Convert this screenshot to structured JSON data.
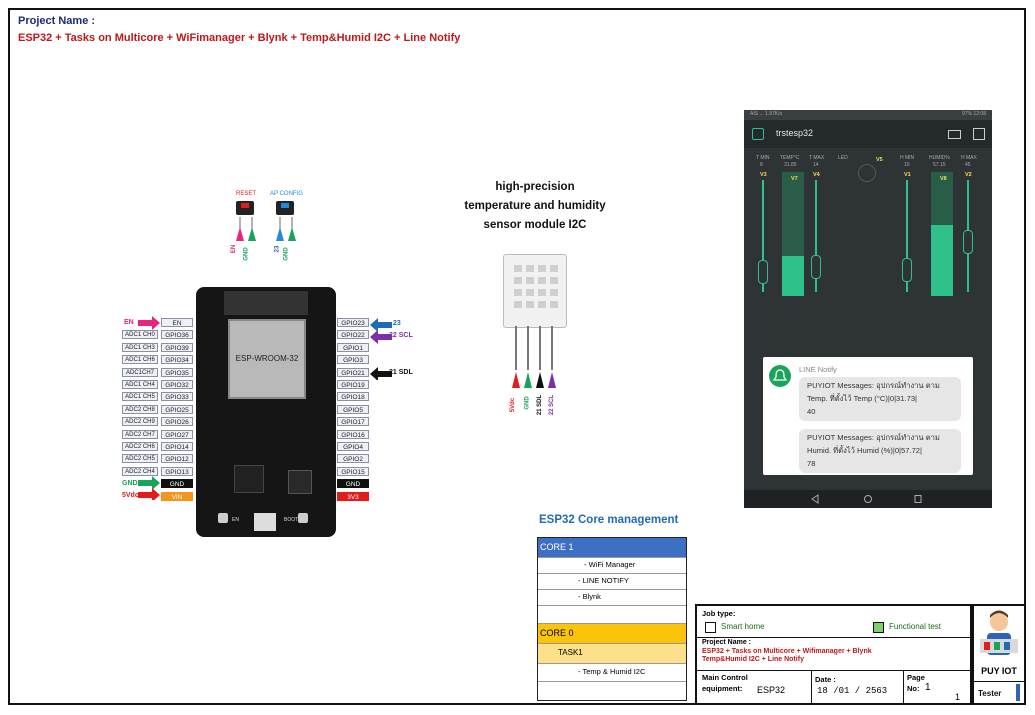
{
  "header": {
    "project_label": "Project Name :",
    "project_title": "ESP32 + Tasks on Multicore + WiFimanager + Blynk + Temp&Humid I2C + Line Notify"
  },
  "buttons": {
    "reset": "RESET",
    "ap_config": "AP CONFIG",
    "pins": [
      "EN",
      "GND",
      "23",
      "GND"
    ]
  },
  "board": {
    "module": "ESP-WROOM-32",
    "left_pins": [
      "EN",
      "GPIO36",
      "GPIO39",
      "GPIO34",
      "GPIO35",
      "GPIO32",
      "GPIO33",
      "GPIO25",
      "GPIO26",
      "GPIO27",
      "GPIO14",
      "GPIO12",
      "GPIO13",
      "GND",
      "VIN"
    ],
    "right_pins": [
      "GPIO23",
      "GPIO22",
      "GPIO1",
      "GPIO3",
      "GPIO21",
      "GPIO19",
      "GPIO18",
      "GPIO5",
      "GPIO17",
      "GPIO16",
      "GPIO4",
      "GPIO2",
      "GPIO15",
      "GND",
      "3V3"
    ],
    "adc_labels": [
      "ADC1 CH0",
      "ADC1 CH3",
      "ADC1 CH6",
      "ADC1CH7",
      "ADC1 CH4",
      "ADC1 CH5",
      "ADC2 CH8",
      "ADC2 CH9",
      "ADC2 CH7",
      "ADC2 CH6",
      "ADC2 CH5",
      "ADC2 CH4"
    ],
    "en_btn": "EN",
    "boot_btn": "BOOT",
    "left_wires": {
      "en": "EN",
      "gnd": "GND",
      "vdc": "5Vdc"
    },
    "right_wires": {
      "p23": "23",
      "p22": "22 SCL",
      "p21": "21 SDL"
    }
  },
  "sensor": {
    "caption_1": "high-precision",
    "caption_2": "temperature and humidity",
    "caption_3": "sensor module I2C",
    "pins": [
      "5Vdc",
      "GND",
      "21 SDL",
      "22 SCL"
    ]
  },
  "phone": {
    "status_left": "AIS  ...  1.97K/s",
    "status_right": "97%  12:08",
    "app_title": "trstesp32",
    "widgets": [
      {
        "label": "T  MIN",
        "value": "8",
        "pin": "V3",
        "type": "slider",
        "level": 0.2
      },
      {
        "label": "TEMP°C",
        "value": "31.85",
        "pin": "V7",
        "type": "bar",
        "level": 0.32
      },
      {
        "label": "T  MAX",
        "value": "14",
        "pin": "V4",
        "type": "slider",
        "level": 0.25
      },
      {
        "label": "LED",
        "value": "",
        "pin": "V5",
        "type": "led",
        "level": 0
      },
      {
        "label": "H  MIN",
        "value": "10",
        "pin": "V1",
        "type": "slider",
        "level": 0.22
      },
      {
        "label": "HUMID%",
        "value": "57.15",
        "pin": "V8",
        "type": "bar",
        "level": 0.57
      },
      {
        "label": "H  MAX",
        "value": "45",
        "pin": "V2",
        "type": "slider",
        "level": 0.5
      }
    ],
    "notify": {
      "app": "LINE Notify",
      "msg1_line1": "PUYIOT Messages: อุปกรณ์ทำงาน ตาม",
      "msg1_line2": "Temp.    ที่ตั้งไว้ Temp (°C)|0|31.73|",
      "msg1_line3": "40",
      "msg2_line1": "PUYIOT Messages: อุปกรณ์ทำงาน ตาม",
      "msg2_line2": "Humid.   ที่ตั้งไว้ Humid (%)|0|57.72|",
      "msg2_line3": "78"
    }
  },
  "core_management": {
    "title": "ESP32 Core management",
    "core1": "CORE 1",
    "core1_items": [
      "WiFi Manager",
      "LINE NOTIFY",
      "Blynk"
    ],
    "core0": "CORE 0",
    "task": "TASK1",
    "core0_items": [
      "Temp & Humid  I2C"
    ]
  },
  "title_block": {
    "job_type": "Job type:",
    "smart_home": "Smart home",
    "functional": "Functional test",
    "project_name_label": "Project Name :",
    "project_name_1": "ESP32 + Tasks on Multicore + Wifimanager + Blynk",
    "project_name_2": "Temp&Humid I2C + Line Notify",
    "main_control_1": "Main Control",
    "main_control_2": "equipment:",
    "equipment": "ESP32",
    "date_label": "Date :",
    "date": "18 /01 / 2563",
    "page_label": "Page",
    "no_label": "No:",
    "page_no": "1",
    "page_total": "1",
    "brand": "PUY IOT",
    "tester": "Tester"
  },
  "colors": {
    "accent_red": "#c0171c",
    "accent_blue": "#1f6bb5",
    "blynk_green": "#2ec28a",
    "core0_yellow": "#fcc30b"
  }
}
